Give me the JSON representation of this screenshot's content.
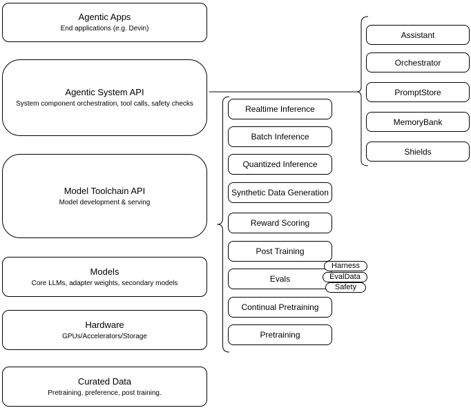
{
  "diagram": {
    "colors": {
      "stroke": "#000000",
      "background": "#ffffff",
      "text": "#000000"
    },
    "layers": [
      {
        "title": "Agentic Apps",
        "subtitle": "End applications (e.g. Devin)"
      },
      {
        "title": "Agentic System API",
        "subtitle": "System component orchestration, tool calls, safety checks"
      },
      {
        "title": "Model Toolchain API",
        "subtitle": "Model development & serving"
      },
      {
        "title": "Models",
        "subtitle": "Core LLMs, adapter weights, secondary models"
      },
      {
        "title": "Hardware",
        "subtitle": "GPUs/Accelerators/Storage"
      },
      {
        "title": "Curated Data",
        "subtitle": "Pretraining, preference, post training."
      }
    ],
    "toolchain_items": [
      {
        "label": "Realtime Inference"
      },
      {
        "label": "Batch Inference"
      },
      {
        "label": "Quantized Inference"
      },
      {
        "label": "Synthetic Data Generation"
      },
      {
        "label": "Reward Scoring"
      },
      {
        "label": "Post Training"
      },
      {
        "label": "Evals"
      },
      {
        "label": "Continual Pretraining"
      },
      {
        "label": "Pretraining"
      }
    ],
    "eval_tags": [
      {
        "label": "Harness"
      },
      {
        "label": "EvalData"
      },
      {
        "label": "Safety"
      }
    ],
    "system_components": [
      {
        "label": "Assistant"
      },
      {
        "label": "Orchestrator"
      },
      {
        "label": "PromptStore"
      },
      {
        "label": "MemoryBank"
      },
      {
        "label": "Shields"
      }
    ]
  }
}
